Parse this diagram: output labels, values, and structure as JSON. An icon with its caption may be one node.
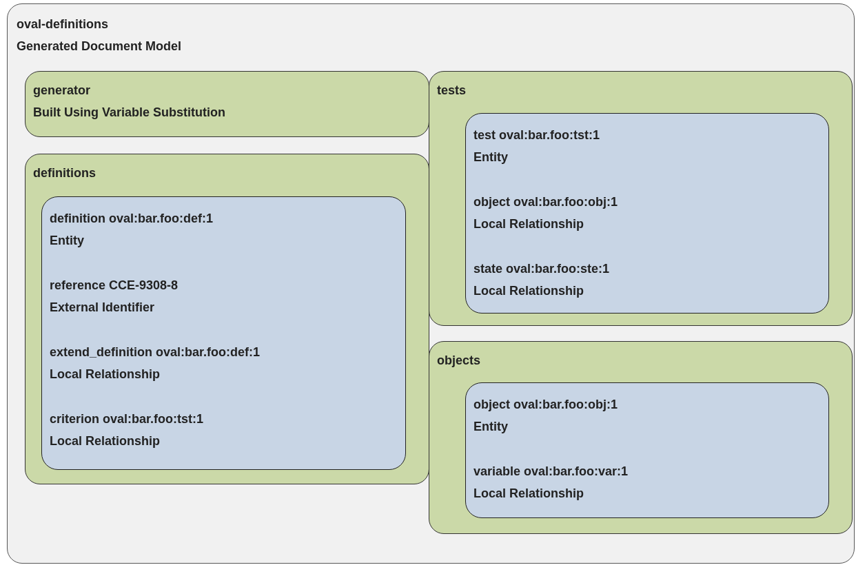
{
  "diagram": {
    "nodes": [
      {
        "text": [
          "oval-definitions",
          "Generated Document Model"
        ]
      },
      {
        "text": [
          "generator",
          "Built Using Variable Substitution"
        ],
        "in": 0
      },
      {
        "text": [
          "definitions"
        ],
        "in": 0
      },
      {
        "text": [
          "definition oval:bar.foo:def:1",
          "Entity",
          "reference CCE-9308-8",
          "External Identifier",
          "extend_definition oval:bar.foo:def:1",
          "Local Relationship",
          "criterion oval:bar.foo:tst:1",
          "Local Relationship"
        ],
        "in": 2
      },
      {
        "text": [
          "tests"
        ],
        "in": 0
      },
      {
        "text": [
          "test oval:bar.foo:tst:1",
          "Entity",
          "object oval:bar.foo:obj:1",
          "Local Relationship",
          "state oval:bar.foo:ste:1",
          "Local Relationship"
        ],
        "in": 4
      },
      {
        "text": [
          "objects"
        ],
        "in": 0
      },
      {
        "text": [
          "object oval:bar.foo:obj:1",
          "Entity",
          "variable oval:bar.foo:var:1",
          "Local Relationship"
        ],
        "in": 6
      }
    ]
  }
}
